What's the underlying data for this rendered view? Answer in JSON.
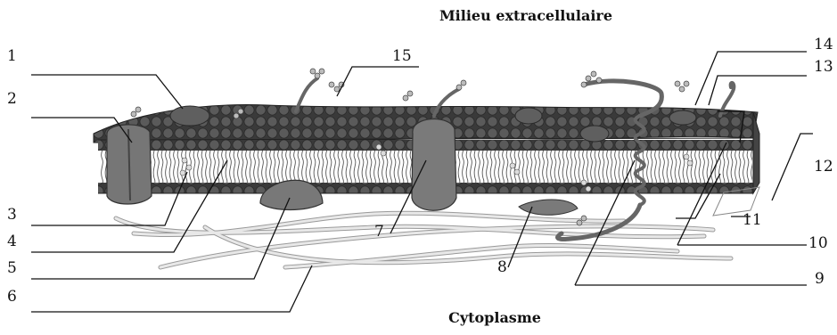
{
  "title_top": "Milieu extracellulaire",
  "title_bottom": "Cytoplasme",
  "labels": [
    "1",
    "2",
    "3",
    "4",
    "5",
    "6",
    "7",
    "8",
    "9",
    "10",
    "11",
    "12",
    "13",
    "14",
    "15"
  ],
  "colors": {
    "head": "#4a4a4a",
    "head_dark": "#2f2f2f",
    "protein": "#6e6e6e",
    "protein_dark": "#505050",
    "filament": "#d2d2d2",
    "line": "#111111"
  }
}
